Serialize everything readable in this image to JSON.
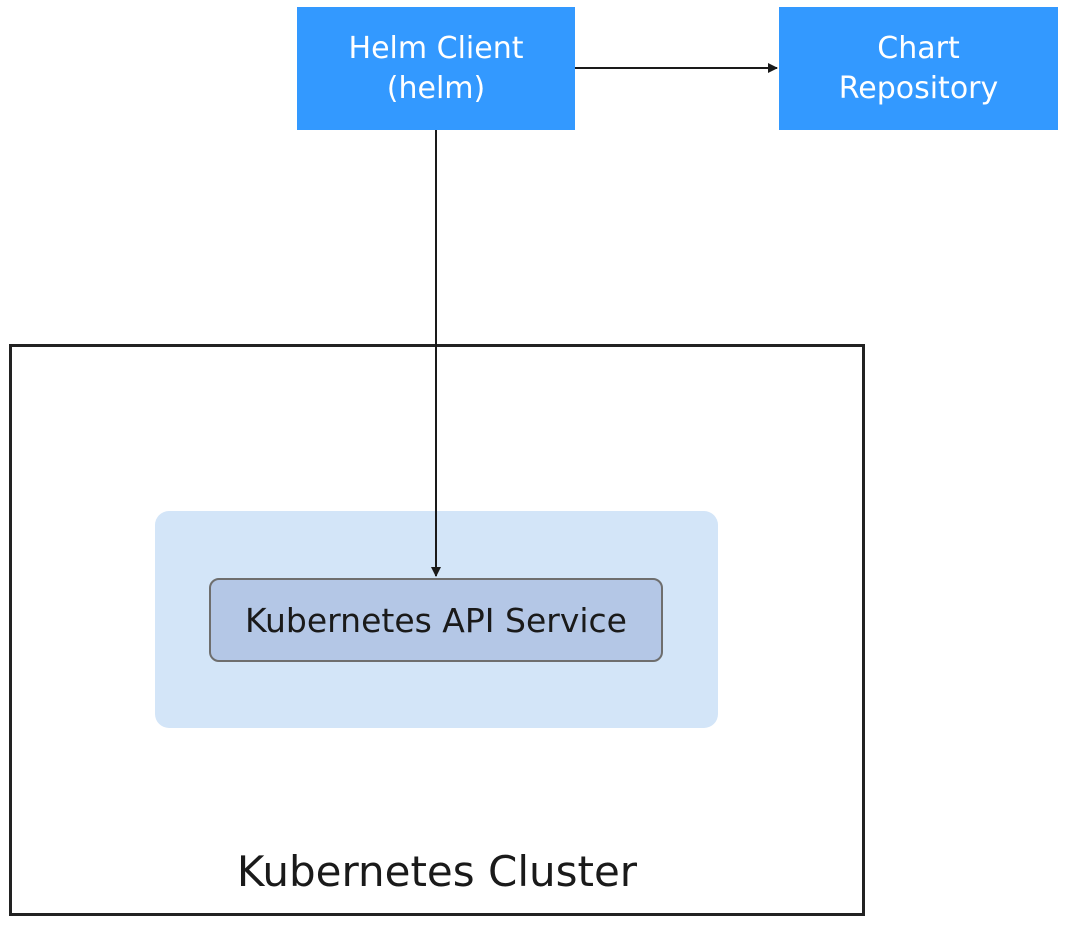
{
  "nodes": {
    "helm_client": {
      "line1": "Helm Client",
      "line2": "(helm)"
    },
    "chart_repository": {
      "line1": "Chart",
      "line2": "Repository"
    },
    "api_service": {
      "label": "Kubernetes API Service"
    },
    "cluster": {
      "label": "Kubernetes Cluster"
    }
  },
  "colors": {
    "node_fill": "#3399ff",
    "node_text": "#ffffff",
    "cluster_panel": "#d3e5f8",
    "api_service_fill": "#b4c7e6",
    "border": "#222222"
  },
  "edges": [
    {
      "from": "helm_client",
      "to": "chart_repository"
    },
    {
      "from": "helm_client",
      "to": "api_service"
    }
  ]
}
